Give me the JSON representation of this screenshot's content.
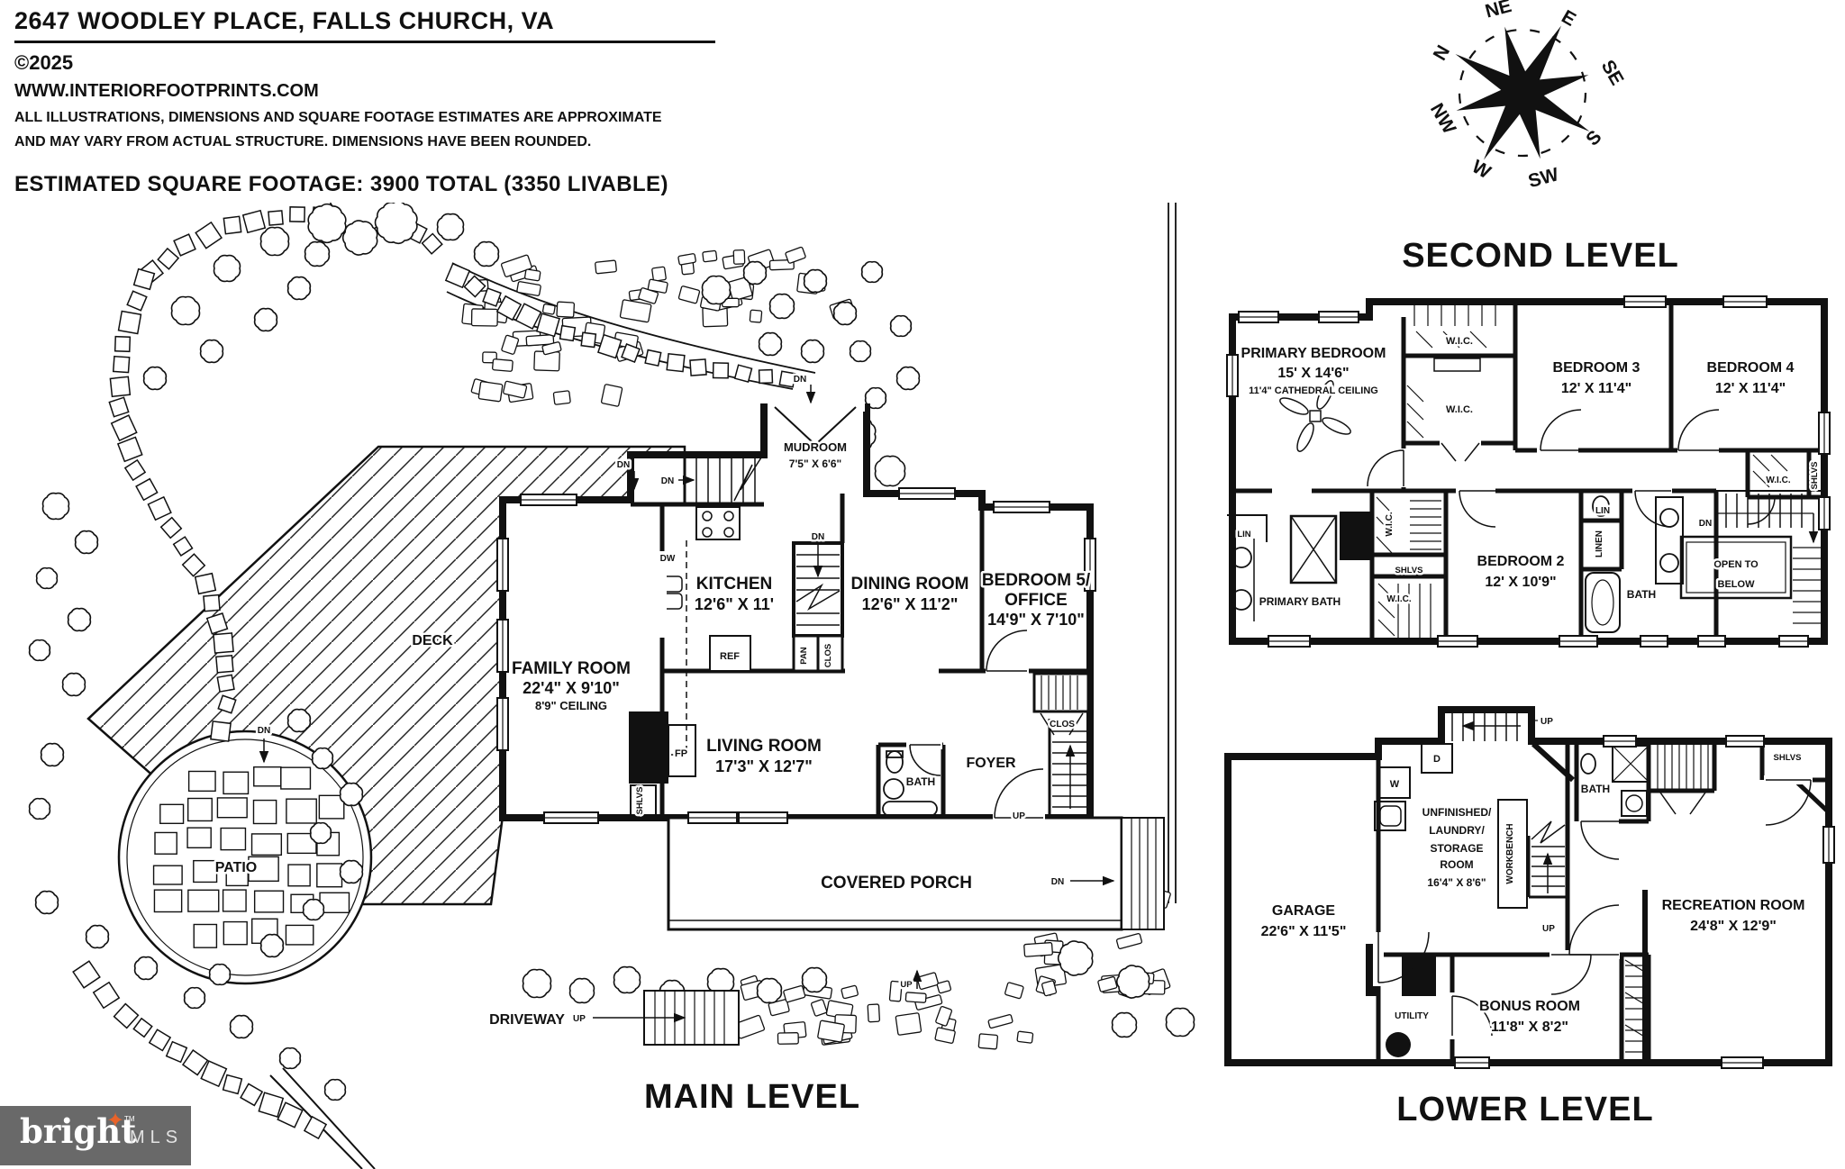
{
  "header": {
    "address": "2647 WOODLEY PLACE, FALLS CHURCH, VA",
    "copyright": "©2025",
    "website": "WWW.INTERIORFOOTPRINTS.COM",
    "disclaimer1": "ALL ILLUSTRATIONS, DIMENSIONS AND SQUARE FOOTAGE ESTIMATES ARE APPROXIMATE",
    "disclaimer2": "AND MAY VARY FROM ACTUAL STRUCTURE. DIMENSIONS HAVE BEEN ROUNDED.",
    "square_footage": "ESTIMATED SQUARE FOOTAGE: 3900 TOTAL (3350 LIVABLE)"
  },
  "compass": {
    "n": "N",
    "ne": "NE",
    "e": "E",
    "se": "SE",
    "s": "S",
    "sw": "SW",
    "w": "W",
    "nw": "NW"
  },
  "abbr": {
    "wic": "W.I.C.",
    "shlvs": "SHLVS",
    "lin": "LIN",
    "linen": "LINEN",
    "clos": "CLOS",
    "pan": "PAN",
    "ref": "REF",
    "dw": "DW",
    "fp": "FP",
    "dn": "DN",
    "up": "UP",
    "bath": "BATH",
    "w": "W",
    "d": "D",
    "utility": "UTILITY",
    "workbench": "WORKBENCH"
  },
  "main": {
    "title": "MAIN LEVEL",
    "mudroom": {
      "name": "MUDROOM",
      "dims": "7'5\" X 6'6\""
    },
    "kitchen": {
      "name": "KITCHEN",
      "dims": "12'6\" X 11'"
    },
    "dining": {
      "name": "DINING ROOM",
      "dims": "12'6\" X 11'2\""
    },
    "bedroom5": {
      "name1": "BEDROOM 5/",
      "name2": "OFFICE",
      "dims": "14'9\" X 7'10\""
    },
    "family": {
      "name": "FAMILY ROOM",
      "dims": "22'4\" X 9'10\"",
      "ceiling": "8'9\" CEILING"
    },
    "living": {
      "name": "LIVING ROOM",
      "dims": "17'3\" X 12'7\""
    },
    "foyer": "FOYER",
    "porch": "COVERED PORCH",
    "deck": "DECK",
    "patio": "PATIO",
    "driveway": "DRIVEWAY"
  },
  "second": {
    "title": "SECOND LEVEL",
    "primary": {
      "name": "PRIMARY BEDROOM",
      "dims": "15' X 14'6\"",
      "ceiling": "11'4\" CATHEDRAL CEILING"
    },
    "bedroom2": {
      "name": "BEDROOM 2",
      "dims": "12' X 10'9\""
    },
    "bedroom3": {
      "name": "BEDROOM 3",
      "dims": "12' X 11'4\""
    },
    "bedroom4": {
      "name": "BEDROOM 4",
      "dims": "12' X 11'4\""
    },
    "primary_bath": "PRIMARY BATH",
    "open_below1": "OPEN TO",
    "open_below2": "BELOW"
  },
  "lower": {
    "title": "LOWER LEVEL",
    "garage": {
      "name": "GARAGE",
      "dims": "22'6\" X 11'5\""
    },
    "laundry": {
      "l1": "UNFINISHED/",
      "l2": "LAUNDRY/",
      "l3": "STORAGE",
      "l4": "ROOM",
      "dims": "16'4\" X 8'6\""
    },
    "bonus": {
      "name": "BONUS ROOM",
      "dims": "11'8\" X 8'2\""
    },
    "rec": {
      "name": "RECREATION ROOM",
      "dims": "24'8\" X 12'9\""
    }
  },
  "logo": {
    "brand": "bright",
    "tm": "TM",
    "mls": "MLS",
    "star": "✦"
  }
}
